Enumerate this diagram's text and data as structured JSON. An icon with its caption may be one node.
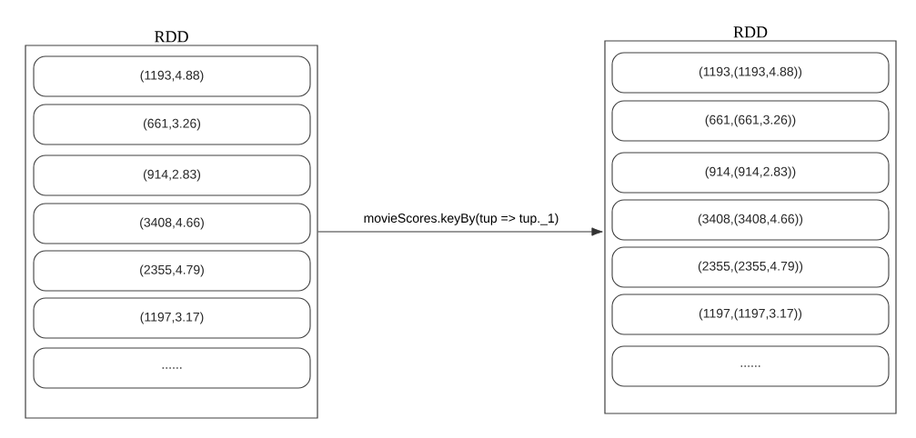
{
  "diagram": {
    "nodes": [
      {
        "text": [
          "RDD"
        ]
      },
      {
        "text": [
          "(1193,4.88)"
        ],
        "in": 0
      },
      {
        "text": [
          "(661,3.26)"
        ],
        "in": 0
      },
      {
        "text": [
          "(914,2.83)"
        ],
        "in": 0
      },
      {
        "text": [
          "(3408,4.66)"
        ],
        "in": 0
      },
      {
        "text": [
          "(2355,4.79)"
        ],
        "in": 0
      },
      {
        "text": [
          "(1197,3.17)"
        ],
        "in": 0
      },
      {
        "text": [
          "......"
        ],
        "in": 0
      },
      {
        "text": [
          "RDD"
        ]
      },
      {
        "text": [
          "(1193,(1193,4.88))"
        ],
        "in": 8
      },
      {
        "text": [
          "(661,(661,3.26))"
        ],
        "in": 8
      },
      {
        "text": [
          "(914,(914,2.83))"
        ],
        "in": 8
      },
      {
        "text": [
          "(3408,(3408,4.66))"
        ],
        "in": 8
      },
      {
        "text": [
          "(2355,(2355,4.79))"
        ],
        "in": 8
      },
      {
        "text": [
          "(1197,(1197,3.17))"
        ],
        "in": 8
      },
      {
        "text": [
          "......"
        ],
        "in": 8
      }
    ],
    "edges": [
      {
        "from": 0,
        "to": 8,
        "arrow": "to",
        "label": "movieScores.keyBy(tup => tup._1)"
      }
    ]
  }
}
